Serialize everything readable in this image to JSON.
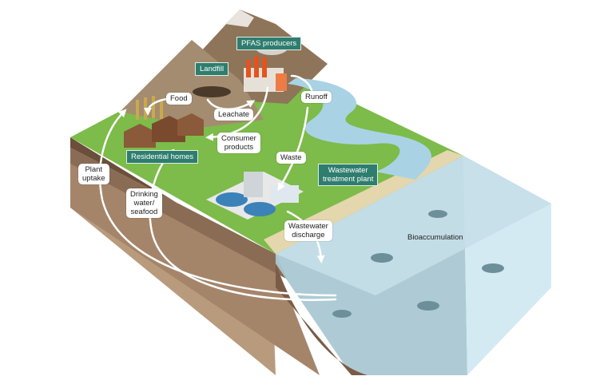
{
  "labels": {
    "pfas_producers": "PFAS producers",
    "landfill": "Landfill",
    "food": "Food",
    "leachate": "Leachate",
    "runoff": "Runoff",
    "consumer_products": "Consumer\nproducts",
    "residential_homes": "Residential homes",
    "waste": "Waste",
    "wastewater_treatment_plant": "Wastewater\ntreatment plant",
    "plant_uptake": "Plant\nuptake",
    "drinking_water_seafood": "Drinking\nwater/\nseafood",
    "wastewater_discharge": "Wastewater\ndischarge",
    "bioaccumulation": "Bioaccumulation"
  },
  "colors": {
    "grass": "#7dbb4a",
    "mountain": "#9c8466",
    "snow": "#e6e2dc",
    "soil": "#b99a7e",
    "water": "#bfdcea",
    "river": "#a9d3e4",
    "label_tag": "#2e7d6e"
  }
}
